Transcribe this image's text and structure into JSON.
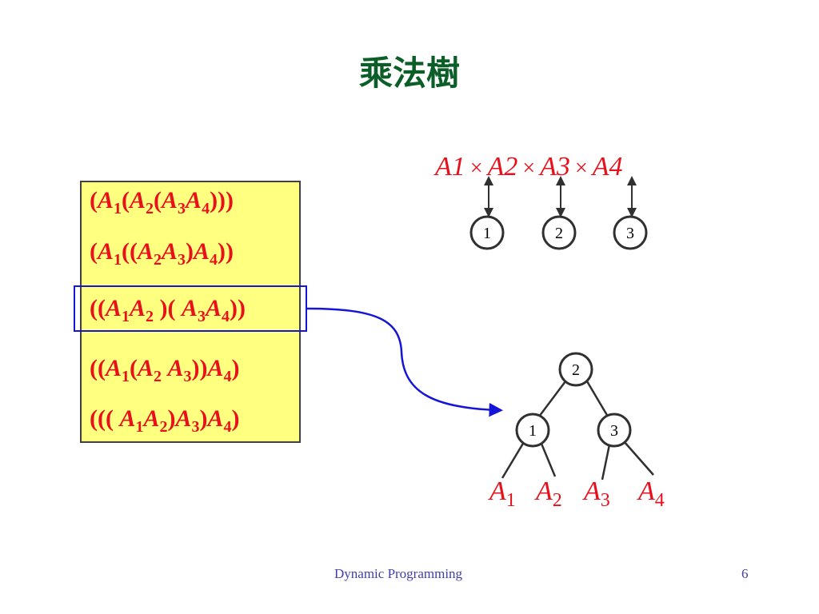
{
  "title": "乘法樹",
  "expressions": [
    {
      "text": "(A1(A2(A3A4)))"
    },
    {
      "text": "(A1((A2A3)A4))"
    },
    {
      "text": "((A1A2 )( A3A4))"
    },
    {
      "text": "((A1(A2 A3))A4)"
    },
    {
      "text": "((( A1A2)A3)A4)"
    }
  ],
  "product": {
    "terms": [
      "A1",
      "A2",
      "A3",
      "A4"
    ],
    "operator": "×"
  },
  "split_nodes": [
    "1",
    "2",
    "3"
  ],
  "tree": {
    "root": "2",
    "left": "1",
    "right": "3",
    "leaves": [
      {
        "base": "A",
        "sub": "1"
      },
      {
        "base": "A",
        "sub": "2"
      },
      {
        "base": "A",
        "sub": "3"
      },
      {
        "base": "A",
        "sub": "4"
      }
    ]
  },
  "footer": {
    "center": "Dynamic Programming",
    "page": "6"
  },
  "colors": {
    "title": "#0b5e27",
    "expression": "#e8101a",
    "box_fill": "#ffff80",
    "highlight": "#1515d8",
    "footer": "#4040a8"
  }
}
